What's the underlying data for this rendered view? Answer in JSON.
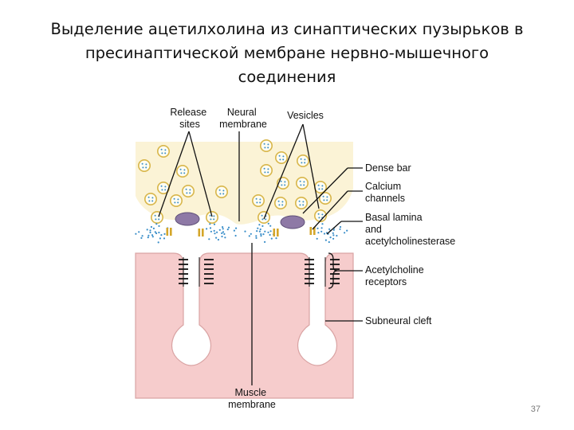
{
  "slide": {
    "title_lines": [
      "Выделение ацетилхолина из синаптических пузырьков в",
      "пресинаптической мембране нервно-мышечного",
      "соединения"
    ],
    "page_number": "37"
  },
  "diagram": {
    "labels": {
      "release_sites": [
        "Release",
        "sites"
      ],
      "neural_membrane": [
        "Neural",
        "membrane"
      ],
      "vesicles": [
        "Vesicles"
      ],
      "dense_bar": [
        "Dense bar"
      ],
      "calcium_channels": [
        "Calcium",
        "channels"
      ],
      "basal_lamina": [
        "Basal lamina",
        "and",
        "acetylcholinesterase"
      ],
      "ach_receptors": [
        "Acetylcholine",
        "receptors"
      ],
      "subneural_cleft": [
        "Subneural cleft"
      ],
      "muscle_membrane": [
        "Muscle",
        "membrane"
      ]
    },
    "colors": {
      "nerve_terminal": "#fbf3d6",
      "muscle": "#f6cccc",
      "muscle_edge": "#d9a3a3",
      "vesicle_fill": "#fffdf2",
      "vesicle_ring": "#d8b64a",
      "ach_dots": "#3a8ec9",
      "dense_bar": "#8e79a6",
      "calcium_channel": "#d4a62a"
    }
  }
}
